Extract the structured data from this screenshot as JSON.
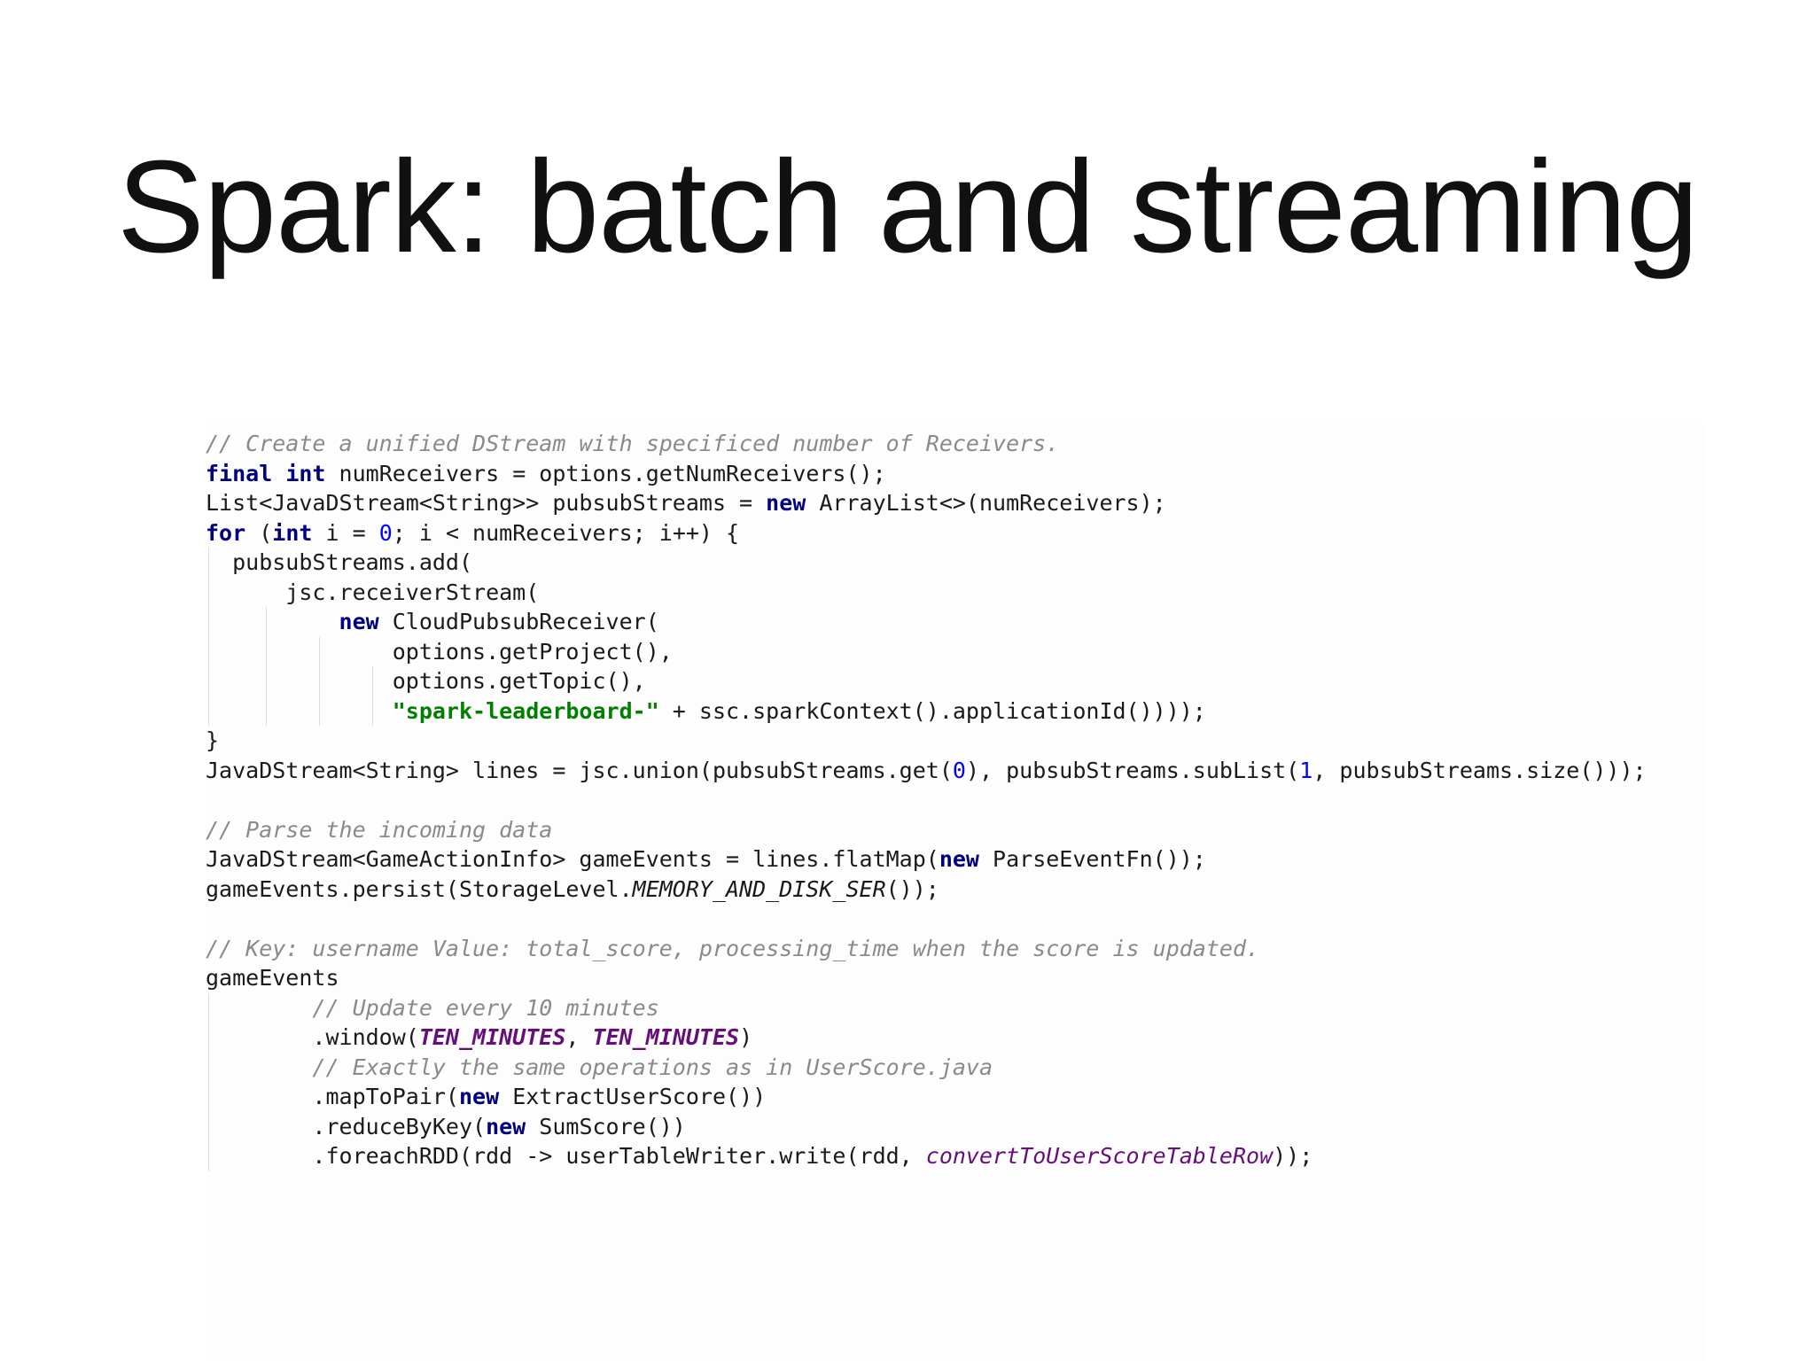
{
  "slide": {
    "title": "Spark: batch and streaming"
  },
  "code_lines": [
    {
      "tokens": [
        {
          "t": "// Create a unified DStream with specificed number of Receivers.",
          "c": "comment"
        }
      ]
    },
    {
      "tokens": [
        {
          "t": "final",
          "c": "keyword"
        },
        {
          "t": " "
        },
        {
          "t": "int",
          "c": "keyword"
        },
        {
          "t": " numReceivers = options.getNumReceivers();"
        }
      ]
    },
    {
      "tokens": [
        {
          "t": "List<JavaDStream<String>> pubsubStreams = "
        },
        {
          "t": "new",
          "c": "keyword"
        },
        {
          "t": " ArrayList<>(numReceivers);"
        }
      ]
    },
    {
      "tokens": [
        {
          "t": "for",
          "c": "keyword"
        },
        {
          "t": " ("
        },
        {
          "t": "int",
          "c": "keyword"
        },
        {
          "t": " i = "
        },
        {
          "t": "0",
          "c": "number"
        },
        {
          "t": "; i < numReceivers; i++) {"
        }
      ]
    },
    {
      "tokens": [
        {
          "t": "  pubsubStreams.add("
        }
      ]
    },
    {
      "tokens": [
        {
          "t": "      jsc.receiverStream("
        }
      ]
    },
    {
      "tokens": [
        {
          "t": "          "
        },
        {
          "t": "new",
          "c": "keyword"
        },
        {
          "t": " CloudPubsubReceiver("
        }
      ]
    },
    {
      "tokens": [
        {
          "t": "              options.getProject(),"
        }
      ]
    },
    {
      "tokens": [
        {
          "t": "              options.getTopic(),"
        }
      ]
    },
    {
      "tokens": [
        {
          "t": "              "
        },
        {
          "t": "\"spark-leaderboard-\"",
          "c": "string"
        },
        {
          "t": " + ssc.sparkContext().applicationId())));"
        }
      ]
    },
    {
      "tokens": [
        {
          "t": "}"
        }
      ]
    },
    {
      "tokens": [
        {
          "t": "JavaDStream<String> lines = jsc.union(pubsubStreams.get("
        },
        {
          "t": "0",
          "c": "number"
        },
        {
          "t": "), pubsubStreams.subList("
        },
        {
          "t": "1",
          "c": "number"
        },
        {
          "t": ", pubsubStreams.size()));"
        }
      ]
    },
    {
      "tokens": [
        {
          "t": ""
        }
      ]
    },
    {
      "tokens": [
        {
          "t": "// Parse the incoming data",
          "c": "comment"
        }
      ]
    },
    {
      "tokens": [
        {
          "t": "JavaDStream<GameActionInfo> gameEvents = lines.flatMap("
        },
        {
          "t": "new",
          "c": "keyword"
        },
        {
          "t": " ParseEventFn());"
        }
      ]
    },
    {
      "tokens": [
        {
          "t": "gameEvents.persist(StorageLevel."
        },
        {
          "t": "MEMORY_AND_DISK_SER",
          "c": "italic"
        },
        {
          "t": "());"
        }
      ]
    },
    {
      "tokens": [
        {
          "t": ""
        }
      ]
    },
    {
      "tokens": [
        {
          "t": "// Key: username Value: total_score, processing_time when the score is updated.",
          "c": "comment"
        }
      ]
    },
    {
      "tokens": [
        {
          "t": "gameEvents"
        }
      ]
    },
    {
      "tokens": [
        {
          "t": "        "
        },
        {
          "t": "// Update every 10 minutes",
          "c": "comment"
        }
      ]
    },
    {
      "tokens": [
        {
          "t": "        .window("
        },
        {
          "t": "TEN_MINUTES",
          "c": "const"
        },
        {
          "t": ", "
        },
        {
          "t": "TEN_MINUTES",
          "c": "const"
        },
        {
          "t": ")"
        }
      ]
    },
    {
      "tokens": [
        {
          "t": "        "
        },
        {
          "t": "// Exactly the same operations as in UserScore.java",
          "c": "comment"
        }
      ]
    },
    {
      "tokens": [
        {
          "t": "        .mapToPair("
        },
        {
          "t": "new",
          "c": "keyword"
        },
        {
          "t": " ExtractUserScore())"
        }
      ]
    },
    {
      "tokens": [
        {
          "t": "        .reduceByKey("
        },
        {
          "t": "new",
          "c": "keyword"
        },
        {
          "t": " SumScore())"
        }
      ]
    },
    {
      "tokens": [
        {
          "t": "        .foreachRDD(rdd -> userTableWriter.write(rdd, "
        },
        {
          "t": "convertToUserScoreTableRow",
          "c": "method-ref"
        },
        {
          "t": "));"
        }
      ]
    }
  ]
}
